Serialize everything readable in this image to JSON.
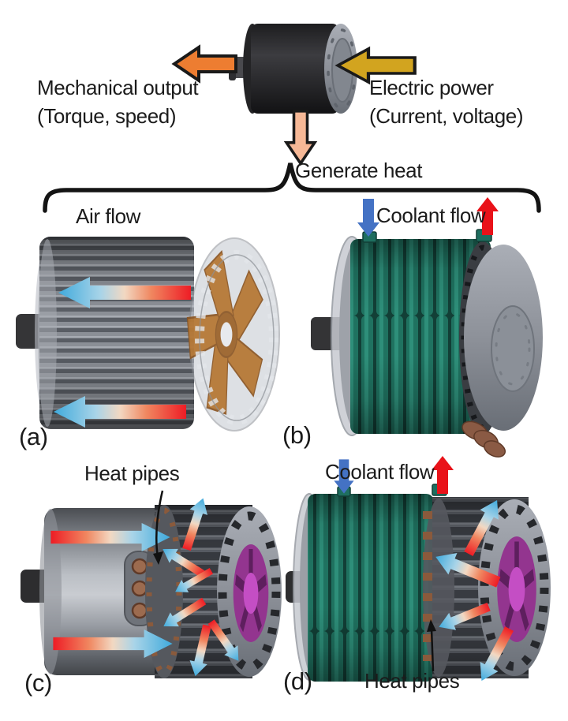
{
  "header": {
    "mechanical_output": "Mechanical output",
    "mechanical_output_detail": "(Torque, speed)",
    "electric_power": "Electric power",
    "electric_power_detail": "(Current, voltage)",
    "generate_heat": "Generate heat"
  },
  "panels": {
    "a": {
      "letter": "(a)",
      "caption": "Air flow"
    },
    "b": {
      "letter": "(b)",
      "caption": "Coolant flow"
    },
    "c": {
      "letter": "(c)",
      "caption": "Heat pipes"
    },
    "d": {
      "letter": "(d)",
      "caption": "Coolant flow",
      "annotation": "Heat pipes"
    }
  },
  "colors": {
    "mechanical_arrow": "#ED7D31",
    "electric_arrow": "#D2A41F",
    "generate_heat_arrow": "#F6B896",
    "coolant_in_arrow": "#4472C4",
    "coolant_out_arrow": "#E91219",
    "heat_gradient_hot": "#EE1C25",
    "heat_gradient_cold": "#3FAADC",
    "coolant_coil": "#1F7260",
    "fan_air": "#B5742E",
    "fan_magenta": "#A03AA0",
    "heat_pipe_copper": "#9C6B4F"
  }
}
